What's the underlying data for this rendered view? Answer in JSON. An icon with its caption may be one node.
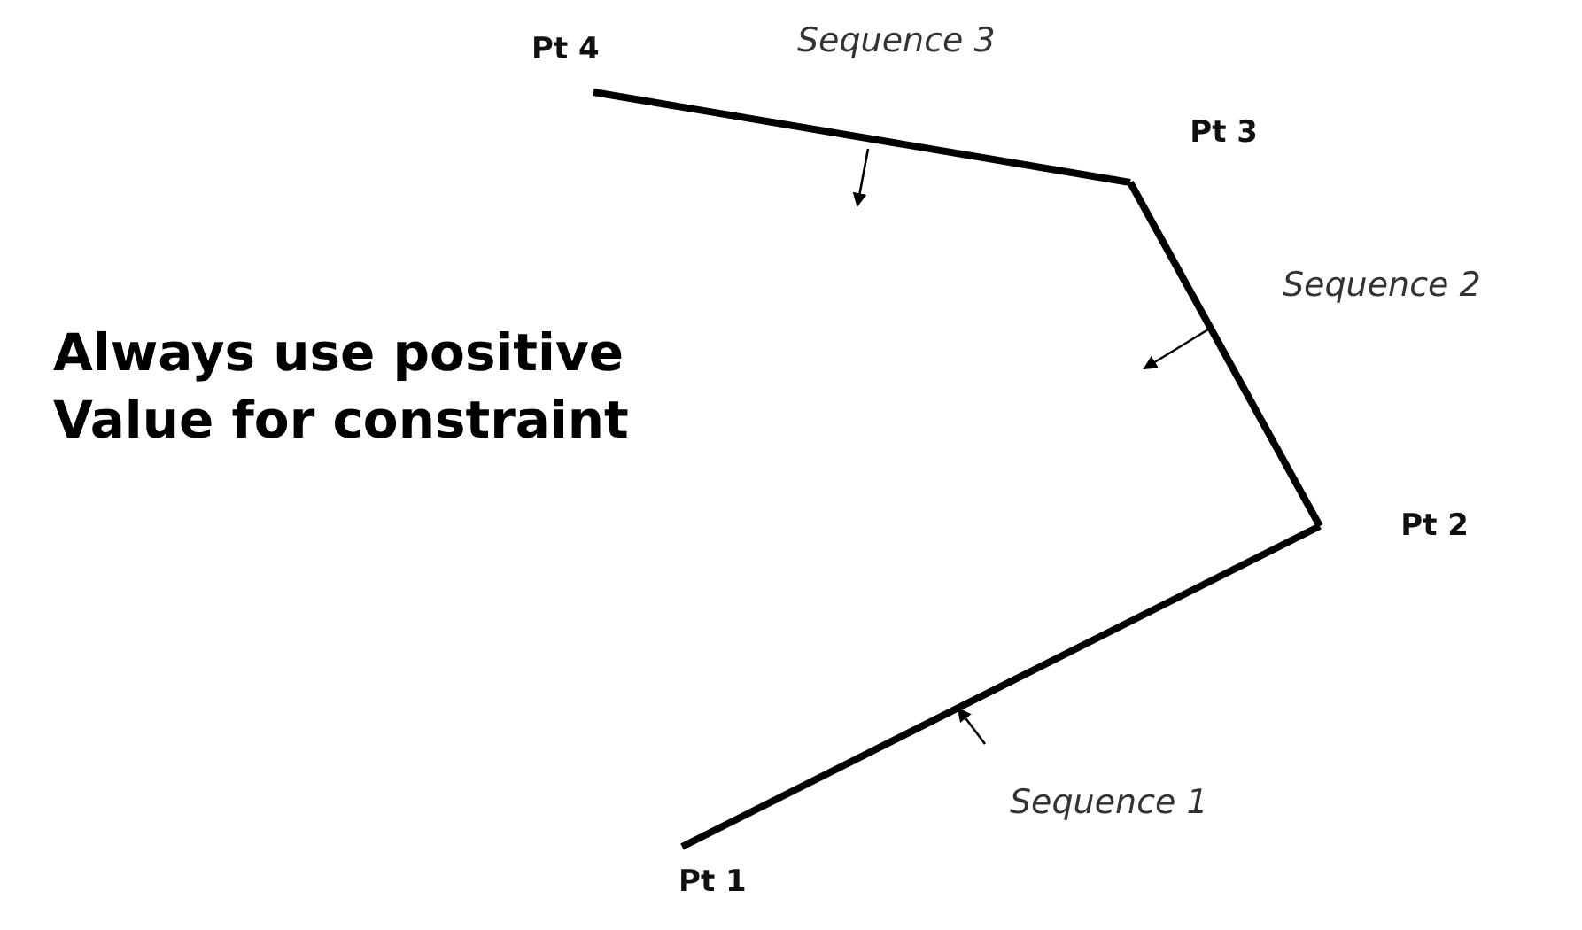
{
  "diagram": {
    "nodes": [
      {
        "text": [
          "Pt 4"
        ]
      },
      {
        "text": [
          "Pt 3"
        ]
      },
      {
        "text": [
          "Pt 2"
        ]
      },
      {
        "text": [
          "Pt 1"
        ]
      }
    ],
    "edges": [
      {
        "from": 3,
        "to": 2,
        "arrow": "none",
        "label": "Sequence 1"
      },
      {
        "from": 2,
        "to": 1,
        "arrow": "none",
        "label": "Sequence 2"
      },
      {
        "from": 1,
        "to": 0,
        "arrow": "none",
        "label": "Sequence 3"
      }
    ],
    "labels": [
      "Always use positive Value for constraint"
    ]
  }
}
